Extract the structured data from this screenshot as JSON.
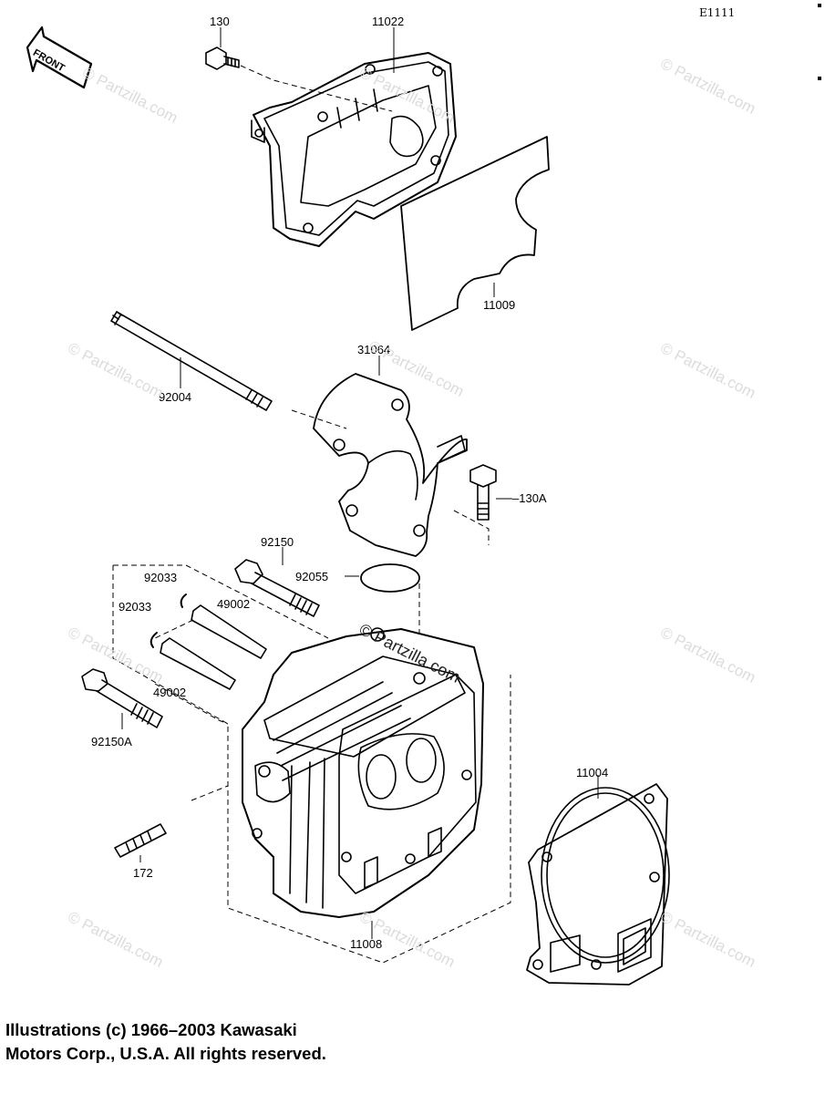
{
  "diagram": {
    "code": "E1111",
    "front_label": "FRONT",
    "watermark": "© Partzilla.com",
    "parts": {
      "p130": "130",
      "p11022": "11022",
      "p11009": "11009",
      "p92004": "92004",
      "p31064": "31064",
      "p130A": "130A",
      "p92150": "92150",
      "p92033a": "92033",
      "p92055": "92055",
      "p92033b": "92033",
      "p49002a": "49002",
      "p49002b": "49002",
      "p92150A": "92150A",
      "p11004": "11004",
      "p172": "172",
      "p11008": "11008"
    },
    "copyright": {
      "line1": "Illustrations (c) 1966–2003 Kawasaki",
      "line2": "Motors Corp., U.S.A.  All rights reserved."
    }
  }
}
